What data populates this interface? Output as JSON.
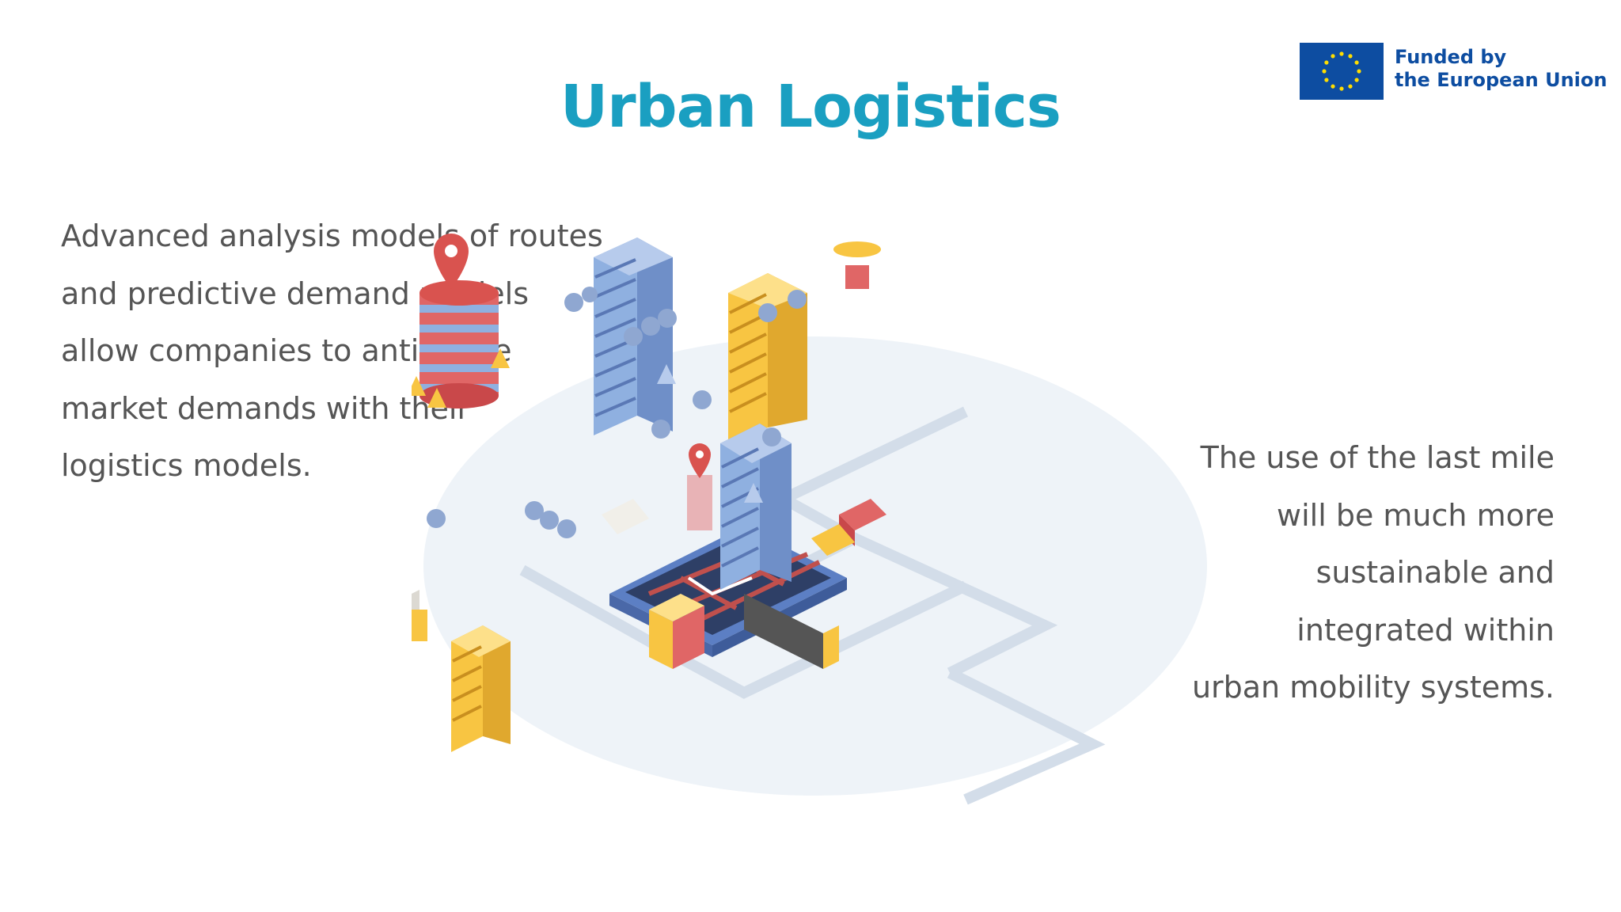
{
  "slide": {
    "title": "Urban Logistics",
    "left_paragraph_lines": [
      "Advanced analysis models of routes",
      "and predictive demand models",
      "allow companies to anticipate",
      "market demands with their",
      "logistics models."
    ],
    "right_paragraph_lines": [
      "The use of the last mile",
      "will be much more",
      "sustainable and",
      "integrated within",
      "urban mobility systems."
    ]
  },
  "badge": {
    "line1": "Funded by",
    "line2": "the European Union",
    "flag_color": "#0d4da1",
    "star_color": "#ffdd00"
  },
  "colors": {
    "title": "#1a9fc1",
    "text": "#555555",
    "ground": "#eef3f8",
    "building_blue": "#8fb0e0",
    "building_yellow": "#f8c542",
    "accent_red": "#e06666"
  }
}
